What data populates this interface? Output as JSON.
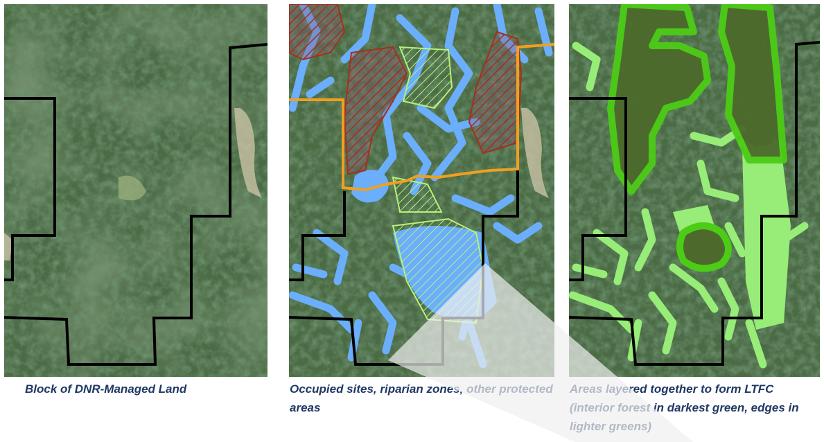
{
  "figure": {
    "panels": [
      {
        "id": "dnr-block",
        "caption": "Block of DNR-Managed Land",
        "layers": [
          "satellite-imagery",
          "dnr-boundary"
        ]
      },
      {
        "id": "protected-areas",
        "caption": "Occupied sites, riparian zones, other protected areas",
        "layers": [
          "satellite-imagery",
          "dnr-boundary",
          "riparian-zones",
          "occupied-sites",
          "other-protected-areas",
          "orange-boundary"
        ]
      },
      {
        "id": "ltfc",
        "caption": "Areas layered together to form LTFC (interior forest in darkest green, edges in lighter greens)",
        "layers": [
          "satellite-imagery",
          "dnr-boundary",
          "riparian-zones",
          "ltfc-interior",
          "ltfc-edge"
        ]
      }
    ],
    "colors": {
      "forest_base": "#4b6b45",
      "dnr_boundary": "#000000",
      "riparian_blue": "#6aaefc",
      "occupied_red_hatch": "#a3301c",
      "protected_light_green_hatch": "#b8f07a",
      "orange_boundary": "#f0a020",
      "ltfc_interior": "#4d6a2c",
      "ltfc_edge_bright": "#4ccc16",
      "ltfc_light_green": "#98ec78",
      "caption_text": "#1f3864",
      "watermark": "#eeeeee"
    }
  }
}
